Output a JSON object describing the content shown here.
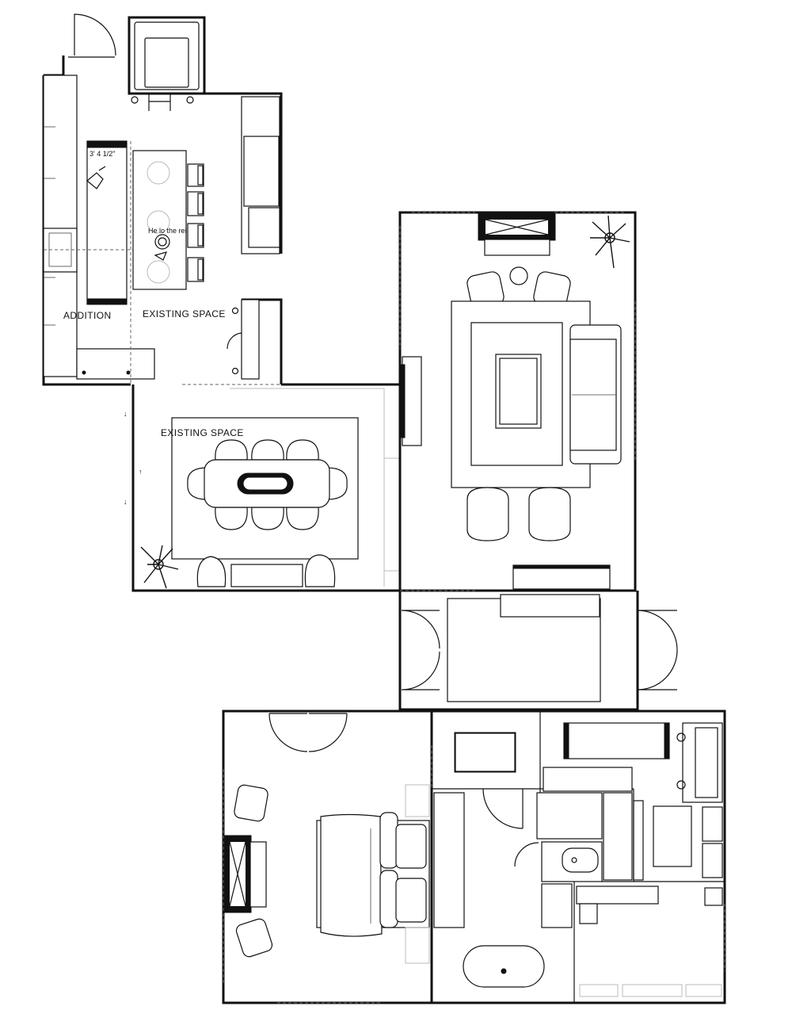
{
  "labels": {
    "addition": "ADDITION",
    "existing_top": "EXISTING SPACE",
    "existing_dining": "EXISTING SPACE",
    "dimension": "3' 4 1/2\"",
    "note": "He lo the rei"
  }
}
